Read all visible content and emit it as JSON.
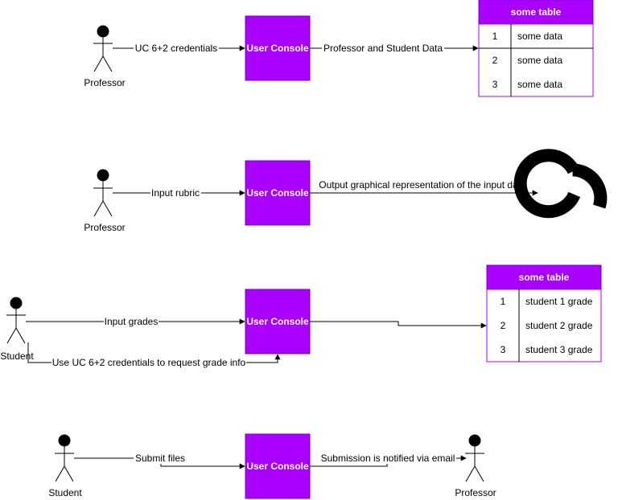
{
  "colors": {
    "console_fill": "#aa00ff",
    "console_stroke": "#7700cc",
    "text": "#000000",
    "edge": "#000000"
  },
  "rows": [
    {
      "actor": "Professor",
      "edge_in": "UC 6+2 credentials",
      "console": "User Console",
      "edge_out": "Professor and Student Data",
      "table": {
        "title": "some table",
        "rows": [
          [
            "1",
            "some data"
          ],
          [
            "2",
            "some data"
          ],
          [
            "3",
            "some data"
          ]
        ]
      }
    },
    {
      "actor": "Professor",
      "edge_in": "Input rubric",
      "console": "User Console",
      "edge_out": "Output graphical representation of the input data",
      "output_icon": "donut-chart-icon"
    },
    {
      "actor": "Student",
      "edge_in": "Input grades",
      "edge_in_2": "Use UC 6+2 credentials to request grade info",
      "console": "User Console",
      "table": {
        "title": "some table",
        "rows": [
          [
            "1",
            "student 1 grade"
          ],
          [
            "2",
            "student 2 grade"
          ],
          [
            "3",
            "student 3 grade"
          ]
        ]
      }
    },
    {
      "actor": "Student",
      "edge_in": "Submit files",
      "console": "User Console",
      "edge_out": "Submission is notified via email",
      "target_actor": "Professor"
    }
  ]
}
